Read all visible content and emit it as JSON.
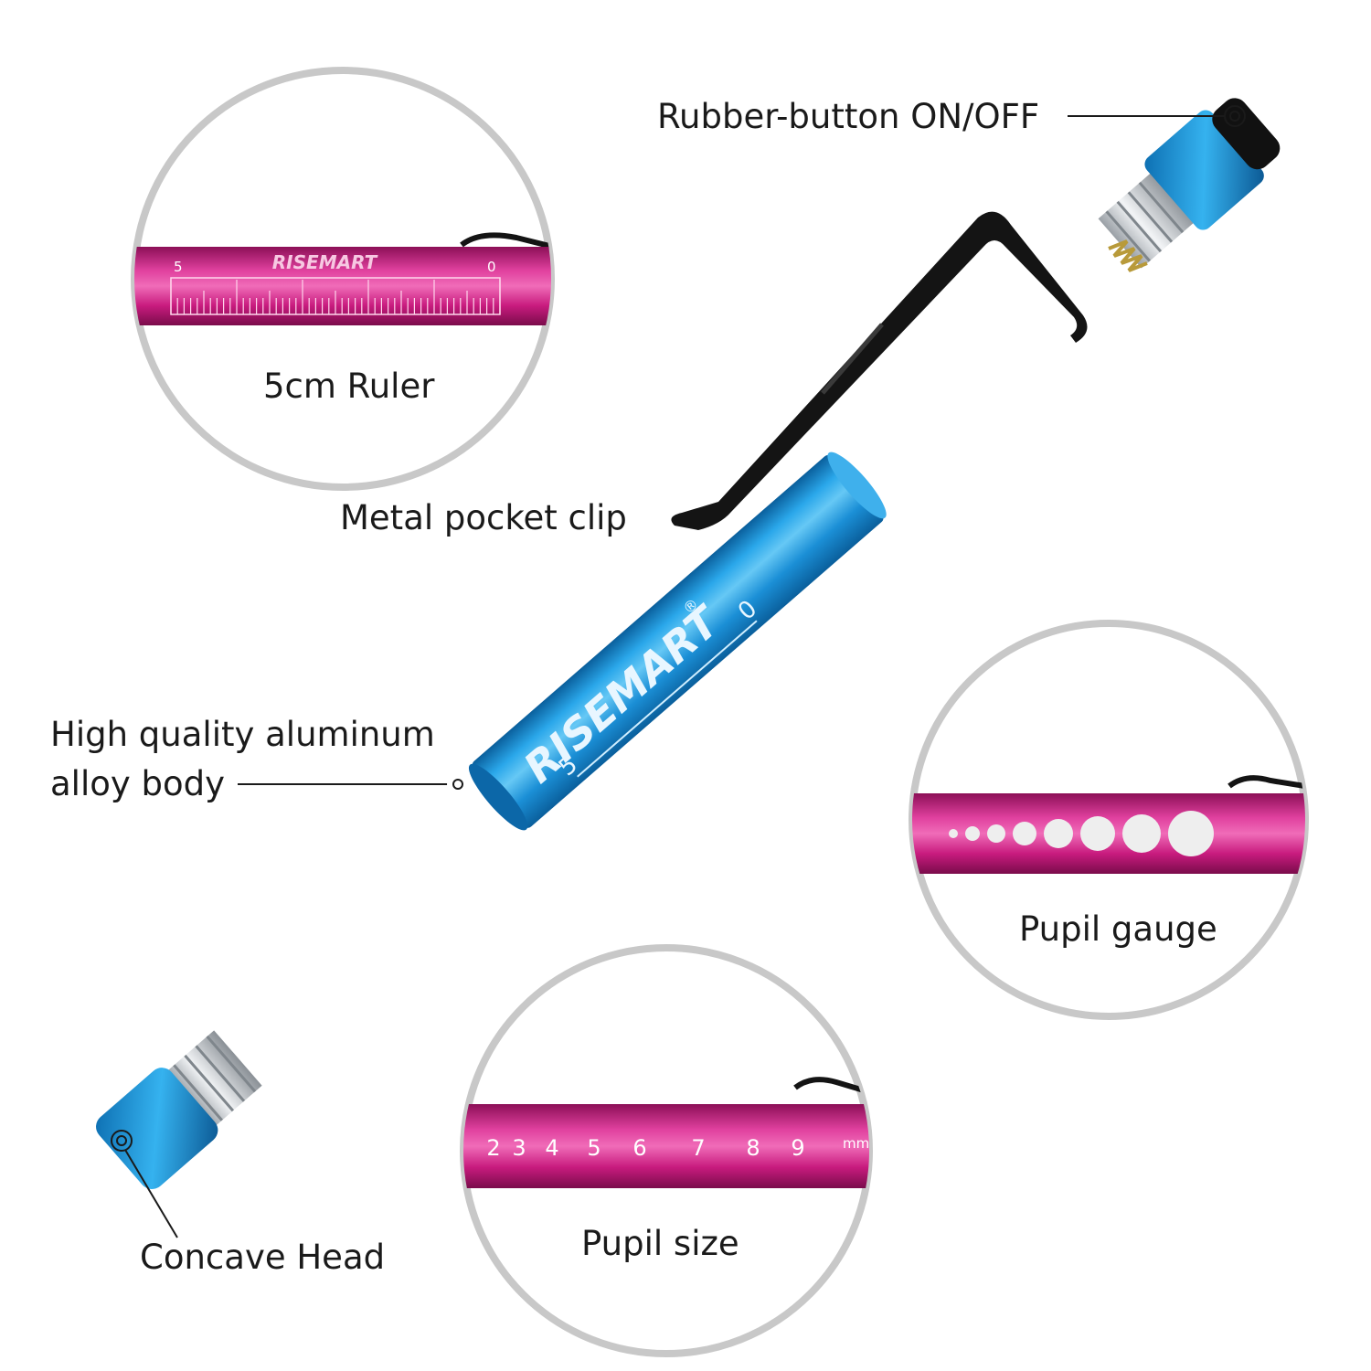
{
  "labels": {
    "rubber_button": "Rubber-button ON/OFF",
    "ruler": "5cm Ruler",
    "clip": "Metal pocket clip",
    "body": "High quality aluminum\nalloy body",
    "pupil_gauge": "Pupil gauge",
    "pupil_size": "Pupil size",
    "concave_head": "Concave Head"
  },
  "brand": {
    "logo_text": "RISEMART",
    "registered_mark": "®"
  },
  "ruler_marks": {
    "start": "5",
    "end": "0"
  },
  "body_ruler_marks": {
    "start": "0",
    "end": "5"
  },
  "pupil_size_marks": [
    "2",
    "3",
    "4",
    "5",
    "6",
    "7",
    "8",
    "9"
  ],
  "pupil_size_unit": "mm",
  "colors": {
    "body_blue": "#1e9be0",
    "body_blue_dark": "#0a5f9c",
    "pink": "#d21f86",
    "pink_dark": "#8c0f57",
    "clip_black": "#141414",
    "circle_stroke": "#c8c8c8",
    "text": "#1a1a1a"
  }
}
